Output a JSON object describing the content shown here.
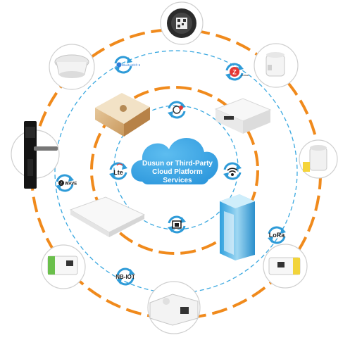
{
  "cloud": {
    "line1": "Dusun or Third-Party",
    "line2": "Cloud  Platform",
    "line3": "Services"
  },
  "protocols": {
    "lte": "Lte",
    "lora": "LoRa",
    "nbiot": "NB-IOT",
    "zwave": "WAVE",
    "bluetooth": "Bluetooth® 5",
    "zigbee": "ZIGBEE"
  },
  "colors": {
    "orange": "#F08A1C",
    "blue_dash": "#3AA8E0",
    "cloud": "#3AA8E8",
    "arrow": "#2E9BD8"
  },
  "icons": {
    "lte": "lte-icon",
    "wifi": "wifi-icon",
    "ethernet": "ethernet-icon",
    "zigbee_mark": "zigbee-icon",
    "lora": "lora-icon",
    "nbiot": "nbiot-icon",
    "zwave": "zwave-icon",
    "bluetooth": "bluetooth-icon",
    "cellular": "cellular-icon"
  }
}
